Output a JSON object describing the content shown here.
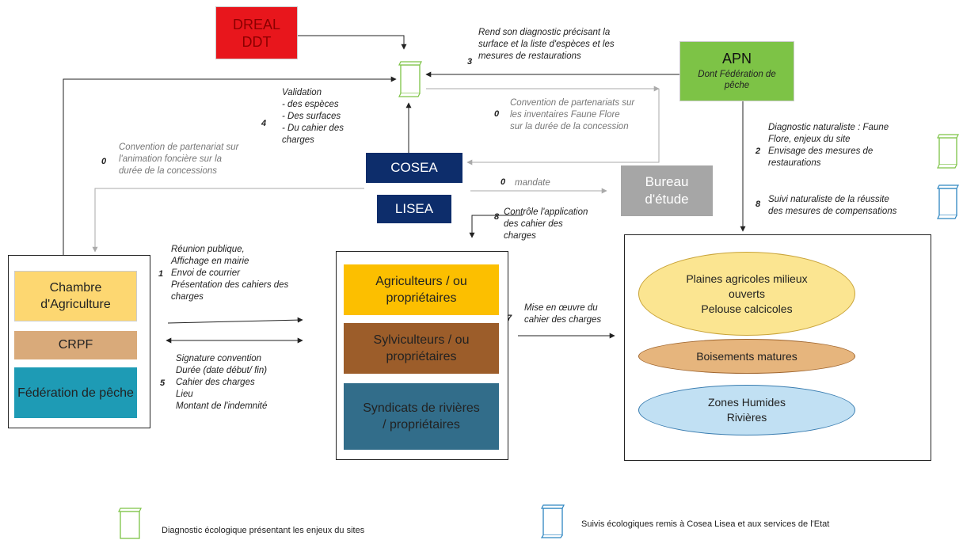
{
  "nodes": {
    "dreal": "DREAL\nDDT",
    "apn_title": "APN",
    "apn_sub": "Dont Fédération de pêche",
    "cosea": "COSEA",
    "lisea": "LISEA",
    "bureau": "Bureau d'étude",
    "chambre": "Chambre d'Agriculture",
    "crpf": "CRPF",
    "federation": "Fédération de pêche",
    "agriculteurs": "Agriculteurs / ou propriétaires",
    "sylviculteurs": "Sylviculteurs / ou propriétaires",
    "syndicats": "Syndicats de rivières / propriétaires",
    "plaines": "Plaines agricoles milieux ouverts\nPelouse calcicoles",
    "boisements": "Boisements matures",
    "zones": "Zones Humides\nRivières"
  },
  "labels": {
    "step3_num": "3",
    "step3": "Rend son diagnostic précisant la\nsurface et la liste d'espèces et les\nmesures de restaurations",
    "step0_apn_num": "0",
    "step0_apn": "Convention de partenariats sur\nles inventaires Faune Flore\nsur la durée de la concession",
    "step4_num": "4",
    "step4": "Validation\n -  des espèces\n -  Des surfaces\n -  Du cahier des\n     charges",
    "step0_ch_num": "0",
    "step0_ch": "Convention de partenariat sur\nl'animation foncière sur la\ndurée de la concessions",
    "step2_num": "2",
    "step2": "Diagnostic naturaliste : Faune\nFlore, enjeux du site\nEnvisage des mesures de\nrestaurations",
    "step8a_num": "8",
    "step8a": "Suivi naturaliste de la réussite\ndes mesures de compensations",
    "step0_mandate_num": "0",
    "step0_mandate": "mandate",
    "step8b_num": "8",
    "step8b": "Contrôle l'application\ndes cahier des\ncharges",
    "step1_num": "1",
    "step1": "Réunion publique,\nAffichage en mairie\nEnvoi de courrier\nPrésentation des cahiers des\ncharges",
    "step5_num": "5",
    "step5": "Signature convention\nDurée  (date début/ fin)\nCahier des charges\nLieu\nMontant de l'indemnité",
    "step7_num": "7",
    "step7": "Mise en œuvre du\ncahier des charges"
  },
  "legend": {
    "green": "Diagnostic écologique présentant les enjeux du sites",
    "blue": "Suivis écologiques remis à Cosea Lisea et aux services de l'Etat"
  },
  "colors": {
    "dreal": "#e8161c",
    "apn": "#7dc346",
    "cosea": "#0d2d6b",
    "bureau": "#a6a6a6",
    "chambre": "#fdd771",
    "crpf": "#d9aa7a",
    "federation": "#1e9bb5",
    "agri": "#fcbf00",
    "sylvi": "#9c5d2a",
    "syndic": "#326d8a",
    "plaines": "#fbe591",
    "boisements": "#e6b57d",
    "zones": "#c1e0f3"
  }
}
